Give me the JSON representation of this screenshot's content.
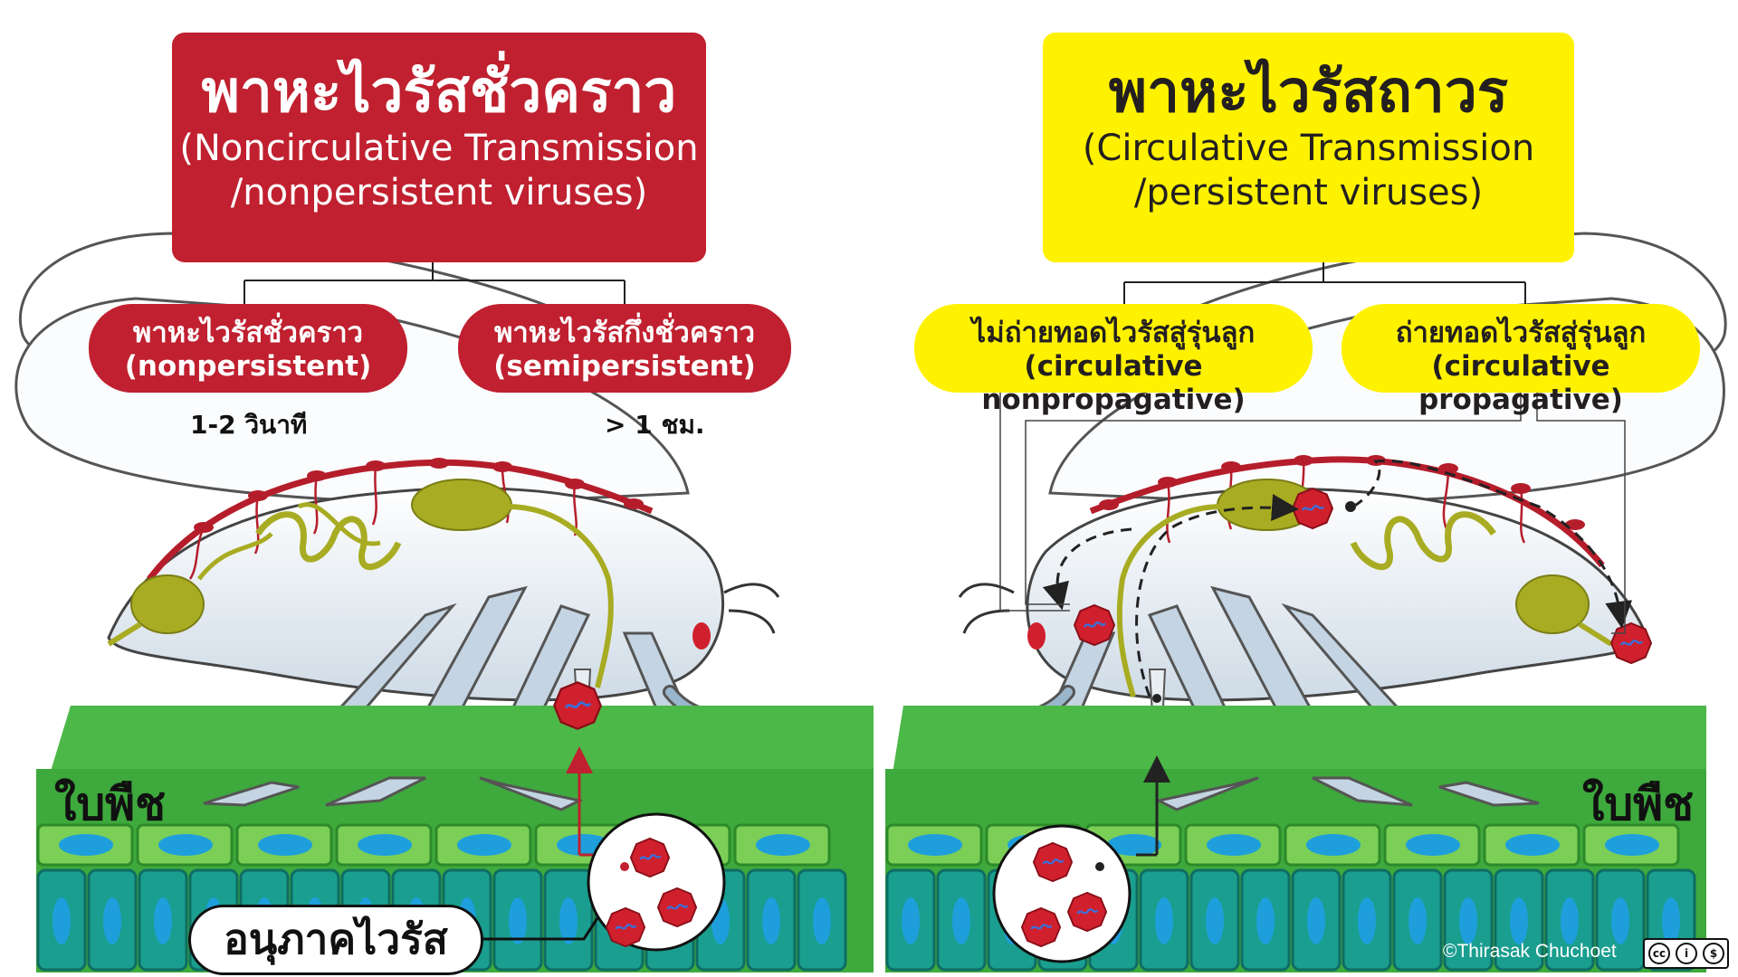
{
  "left": {
    "title_th": "พาหะไวรัสชั่วคราว",
    "title_en_1": "(Noncirculative Transmission",
    "title_en_2": "/nonpersistent viruses)",
    "sub1_th": "พาหะไวรัสชั่วคราว",
    "sub1_en": "(nonpersistent)",
    "sub2_th": "พาหะไวรัสกึ่งชั่วคราว",
    "sub2_en": "(semipersistent)",
    "time1": "1-2 วินาที",
    "time2": "> 1 ชม.",
    "leaf_label": "ใบพืช",
    "callout": "อนุภาคไวรัส"
  },
  "right": {
    "title_th": "พาหะไวรัสถาวร",
    "title_en_1": "(Circulative Transmission",
    "title_en_2": "/persistent viruses)",
    "sub1_th": "ไม่ถ่ายทอดไวรัสสู่รุ่นลูก",
    "sub1_en": "(circulative nonpropagative)",
    "sub2_th": "ถ่ายทอดไวรัสสู่รุ่นลูก",
    "sub2_en": "(circulative propagative)",
    "leaf_label": "ใบพืช"
  },
  "credit": "©Thirasak Chuchoet",
  "license_icons": [
    "cc-icon",
    "by-icon",
    "nc-icon"
  ],
  "colors": {
    "red": "#c0202f",
    "yellow": "#fff200",
    "leaf_green": "#4cb848",
    "cell_teal": "#1a9e8f",
    "nucleus_blue": "#1e9fdc",
    "gland_olive": "#a8ac22",
    "virus_red": "#d0202e"
  }
}
